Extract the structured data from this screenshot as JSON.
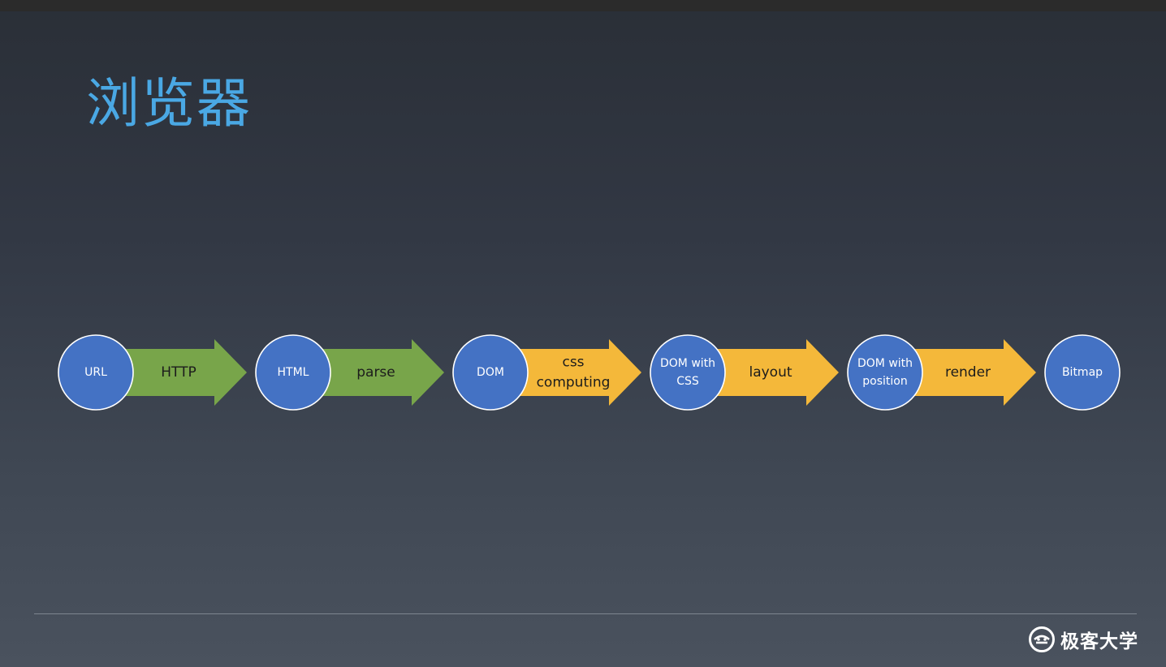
{
  "slide": {
    "title": "浏览器"
  },
  "flow": {
    "nodes": [
      {
        "id": "url",
        "lines": [
          "URL"
        ]
      },
      {
        "id": "html",
        "lines": [
          "HTML"
        ]
      },
      {
        "id": "dom",
        "lines": [
          "DOM"
        ]
      },
      {
        "id": "dom-with-css",
        "lines": [
          "DOM with",
          "CSS"
        ]
      },
      {
        "id": "dom-with-position",
        "lines": [
          "DOM with",
          "position"
        ]
      },
      {
        "id": "bitmap",
        "lines": [
          "Bitmap"
        ]
      }
    ],
    "edges": [
      {
        "id": "http",
        "lines": [
          "HTTP"
        ],
        "color": "green"
      },
      {
        "id": "parse",
        "lines": [
          "parse"
        ],
        "color": "green"
      },
      {
        "id": "css-computing",
        "lines": [
          "css",
          "computing"
        ],
        "color": "yellow"
      },
      {
        "id": "layout",
        "lines": [
          "layout"
        ],
        "color": "yellow"
      },
      {
        "id": "render",
        "lines": [
          "render"
        ],
        "color": "yellow"
      }
    ]
  },
  "colors": {
    "title": "#4aa8e4",
    "node_fill": "#4472c4",
    "node_stroke": "#ffffff",
    "arrow_green": "#78a54a",
    "arrow_yellow": "#f4b83a"
  },
  "footer": {
    "brand": "极客大学",
    "logo_icon": "geekbang-logo-icon"
  }
}
